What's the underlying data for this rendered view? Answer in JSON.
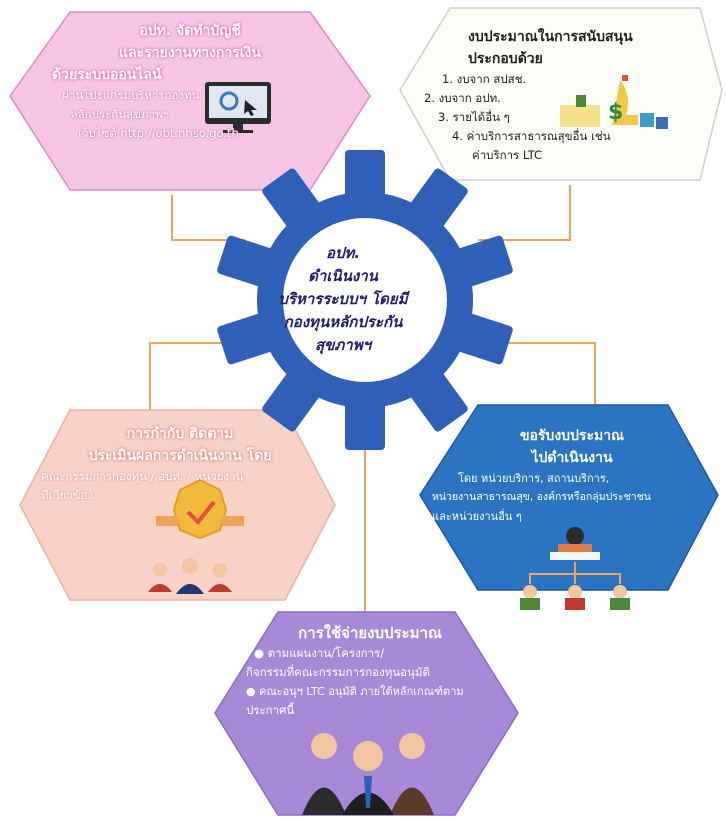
{
  "center": {
    "lines": [
      "อปท.",
      "ดำเนินงาน",
      "บริหารระบบฯ โดยมี",
      "กองทุนหลักประกัน",
      "สุขภาพฯ"
    ]
  },
  "top_left": {
    "title": [
      "อปท. จัดทำบัญชี",
      "และรายงานทางการเงิน",
      "ด้วยระบบออนไลน์"
    ],
    "body": [
      "ผ่านโปรแกรมบริหารกองทุน",
      "หลักประกันสุขภาพฯ",
      "เว็บไซต์ http://obt.nhso.go.th"
    ]
  },
  "top_right": {
    "title": [
      "งบประมาณในการสนับสนุน",
      "ประกอบด้วย"
    ],
    "items": [
      "1. งบจาก สปสช.",
      "2. งบจาก อปท.",
      "3. รายได้อื่น ๆ",
      "4. ค่าบริการสาธารณสุขอื่น เช่น",
      "ค่าบริการ LTC"
    ]
  },
  "mid_left": {
    "title": [
      "การกำกับ ติดตาม",
      "ประเมินผลการดำเนินงาน โดย"
    ],
    "body": [
      "คณะกรรมการกองทุน / อปท. / หน่วยงาน",
      "ที่เกี่ยวข้อง"
    ]
  },
  "mid_right": {
    "title": [
      "ขอรับงบประมาณ",
      "ไปดำเนินงาน"
    ],
    "body": [
      "โดย หน่วยบริการ, สถานบริการ,",
      "หน่วยงานสาธารณสุข, องค์กรหรือกลุ่มประชาชน",
      "และหน่วยงานอื่น ๆ"
    ]
  },
  "bottom": {
    "title": "การใช้จ่ายงบประมาณ",
    "body": [
      "● ตามแผนงาน/โครงการ/",
      "กิจกรรมที่คณะกรรมการกองทุนอนุมัติ",
      "● คณะอนุฯ LTC อนุมัติ ภายใต้หลักเกณฑ์ตาม",
      "ประกาศนี้"
    ]
  },
  "colors": {
    "gear": "#2f5fb7",
    "pink": "#f6c5e6",
    "peach": "#f8d2c7",
    "blue": "#2a74c2",
    "purple": "#a889d8",
    "connector": "#f0a15a"
  },
  "icons": [
    "computer-icon",
    "money-icon",
    "medal-icon",
    "people-icon",
    "org-chart-icon",
    "executives-icon"
  ]
}
